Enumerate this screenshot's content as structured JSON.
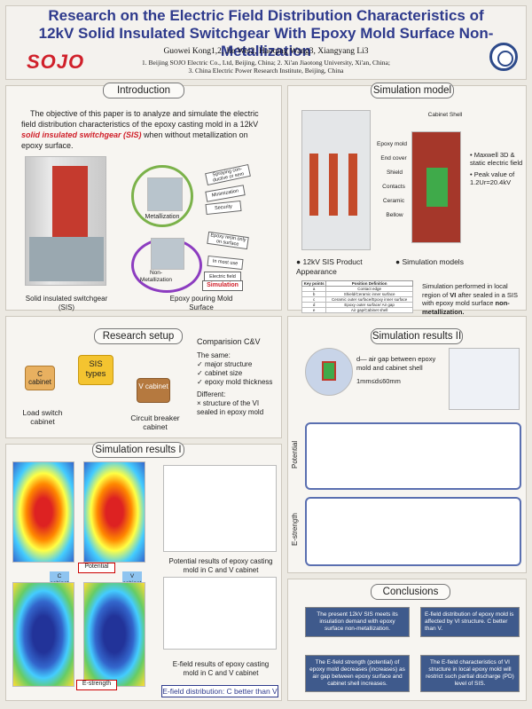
{
  "header": {
    "title": "Research on the Electric Field Distribution Characteristics of 12kV Solid Insulated Switchgear With Epoxy Mold Surface Non-Metallization",
    "authors": "Guowei Kong1,2, Jie Wei2, Haoqing Wang3, Xiangyang Li3",
    "affil1": "1. Beijing SOJO Electric Co., Ltd, Beijing, China; 2. Xi'an Jiaotong University, Xi'an, China;",
    "affil2": "3. China Electric Power Research Institute, Beijing, China",
    "logo": "SOJO"
  },
  "intro": {
    "title": "Introduction",
    "text_pre": "The objective of this paper is to analyze and simulate the electric field distribution characteristics of the epoxy casting mold in a 12kV ",
    "text_em": "solid insulated switchgear (SIS)",
    "text_post": " when without metallization on epoxy surface.",
    "cap_left": "Solid insulated switchgear (SIS)",
    "cap_right": "Epoxy pouring Mold Surface",
    "metal": "Metallization",
    "nonmetal": "Non-Metallization",
    "tag1": "Spraying con-ductive or sem",
    "tag2": "Minimization",
    "tag3": "Security",
    "tag4": "Epoxy resin only on surface",
    "tag5": "In most use",
    "tag6": "Electric field",
    "tag7": "Simulation"
  },
  "model": {
    "title": "Simulation model",
    "labels": [
      "Cabinet Shell",
      "Epoxy mold",
      "End cover",
      "Shield",
      "Contacts",
      "Ceramic",
      "Bellow"
    ],
    "bullet1": "Maxwell 3D & static electric field",
    "bullet2": "Peak value of 1.2Ur=20.4kV",
    "cap1": "12kV SIS Product Appearance",
    "cap2": "Simulation models",
    "table_head": [
      "Key points",
      "Position Definition"
    ],
    "table_rows": [
      [
        "a",
        "Contact edge"
      ],
      [
        "b",
        "Shield/Ceramic inner surface"
      ],
      [
        "c",
        "Ceramic outer surface/Epoxy inner surface"
      ],
      [
        "d",
        "Epoxy outer surface/ Air gap"
      ],
      [
        "e",
        "Air gap/Cabinet shell"
      ]
    ],
    "note_pre": "Simulation performed in local region of ",
    "note_b": "VI",
    "note_mid": " after sealed in a SIS with epoxy mold surface ",
    "note_b2": "non-metallization."
  },
  "setup": {
    "title": "Research setup",
    "node_c": "C cabinet",
    "node_sis": "SIS types",
    "node_v": "V cabinet",
    "label_c": "Load switch cabinet",
    "label_v": "Circuit breaker cabinet",
    "comp_title": "Comparision C&V",
    "same": "The same:",
    "same_items": [
      "major structure",
      "cabinet size",
      "epoxy mold thickness"
    ],
    "diff": "Different:",
    "diff_items": [
      "structure of the VI sealed in epoxy mold"
    ]
  },
  "sim2": {
    "title": "Simulation results II",
    "text1": "d— air gap between epoxy mold and cabinet shell",
    "text2": "1mm≤d≤60mm",
    "side1": "Potential",
    "side2": "E-strength"
  },
  "sim1": {
    "title": "Simulation results I",
    "potential": "Potential",
    "estrength": "E-strength",
    "c": "C cabinet",
    "v": "V cabinet",
    "cap1": "Potential results of epoxy casting mold in C and V cabinet",
    "cap2": "E-field results of epoxy casting mold in C and V cabinet",
    "bottom": "E-field distribution: C better than V"
  },
  "conc": {
    "title": "Conclusions",
    "c1": "The present 12kV SIS meets its insulation demand with epoxy surface non-metallization.",
    "c2": "E-field distribution of epoxy mold is affected by VI structure. C better than V.",
    "c3": "The E-field strength (potential) of epoxy mold decreases (increases) as air gap between epoxy surface and cabinet shell increases.",
    "c4": "The E-field characteristics of VI structure in local epoxy mold will restrict such partial discharge (PD) level of SIS."
  },
  "colors": {
    "title": "#2e3a8c",
    "accent": "#d0202a",
    "conc_box": "#3f5a8c"
  }
}
